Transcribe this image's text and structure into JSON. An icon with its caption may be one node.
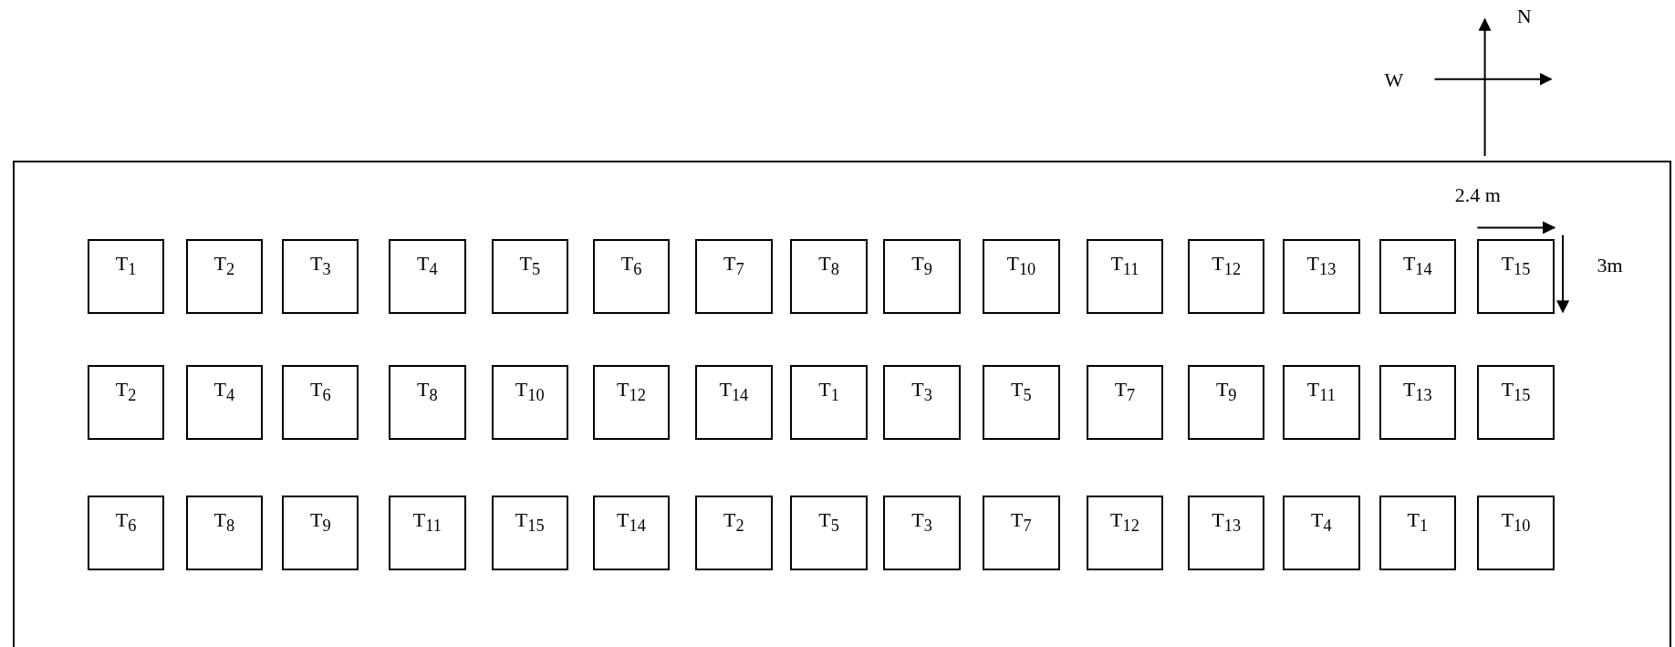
{
  "diagram": {
    "nodes": [
      {
        "text": [],
        "shape": "box"
      },
      {
        "text": [
          "T$_{1}$"
        ],
        "in": 0
      },
      {
        "text": [
          "T$_{2}$"
        ],
        "in": 0
      },
      {
        "text": [
          "T$_{3}$"
        ],
        "in": 0
      },
      {
        "text": [
          "T$_{4}$"
        ],
        "in": 0
      },
      {
        "text": [
          "T$_{5}$"
        ],
        "in": 0
      },
      {
        "text": [
          "T$_{6}$"
        ],
        "in": 0
      },
      {
        "text": [
          "T$_{7}$"
        ],
        "in": 0
      },
      {
        "text": [
          "T$_{8}$"
        ],
        "in": 0
      },
      {
        "text": [
          "T$_{9}$"
        ],
        "in": 0
      },
      {
        "text": [
          "T$_{10}$"
        ],
        "in": 0
      },
      {
        "text": [
          "T$_{11}$"
        ],
        "in": 0
      },
      {
        "text": [
          "T$_{12}$"
        ],
        "in": 0
      },
      {
        "text": [
          "T$_{13}$"
        ],
        "in": 0
      },
      {
        "text": [
          "T$_{14}$"
        ],
        "in": 0
      },
      {
        "text": [
          "T$_{15}$"
        ],
        "in": 0
      },
      {
        "text": [
          "T$_{2}$"
        ],
        "in": 0
      },
      {
        "text": [
          "T$_{4}$"
        ],
        "in": 0
      },
      {
        "text": [
          "T$_{6}$"
        ],
        "in": 0
      },
      {
        "text": [
          "T$_{8}$"
        ],
        "in": 0
      },
      {
        "text": [
          "T$_{10}$"
        ],
        "in": 0
      },
      {
        "text": [
          "T$_{12}$"
        ],
        "in": 0
      },
      {
        "text": [
          "T$_{14}$"
        ],
        "in": 0
      },
      {
        "text": [
          "T$_{1}$"
        ],
        "in": 0
      },
      {
        "text": [
          "T$_{3}$"
        ],
        "in": 0
      },
      {
        "text": [
          "T$_{5}$"
        ],
        "in": 0
      },
      {
        "text": [
          "T$_{7}$"
        ],
        "in": 0
      },
      {
        "text": [
          "T$_{9}$"
        ],
        "in": 0
      },
      {
        "text": [
          "T$_{11}$"
        ],
        "in": 0
      },
      {
        "text": [
          "T$_{13}$"
        ],
        "in": 0
      },
      {
        "text": [
          "T$_{15}$"
        ],
        "in": 0
      },
      {
        "text": [
          "T$_{6}$"
        ],
        "in": 0
      },
      {
        "text": [
          "T$_{8}$"
        ],
        "in": 0
      },
      {
        "text": [
          "T$_{9}$"
        ],
        "in": 0
      },
      {
        "text": [
          "T$_{11}$"
        ],
        "in": 0
      },
      {
        "text": [
          "T$_{15}$"
        ],
        "in": 0
      },
      {
        "text": [
          "T$_{14}$"
        ],
        "in": 0
      },
      {
        "text": [
          "T$_{2}$"
        ],
        "in": 0
      },
      {
        "text": [
          "T$_{5}$"
        ],
        "in": 0
      },
      {
        "text": [
          "T$_{3}$"
        ],
        "in": 0
      },
      {
        "text": [
          "T$_{7}$"
        ],
        "in": 0
      },
      {
        "text": [
          "T$_{12}$"
        ],
        "in": 0
      },
      {
        "text": [
          "T$_{13}$"
        ],
        "in": 0
      },
      {
        "text": [
          "T$_{4}$"
        ],
        "in": 0
      },
      {
        "text": [
          "T$_{1}$"
        ],
        "in": 0
      },
      {
        "text": [
          "T$_{10}$"
        ],
        "in": 0
      }
    ],
    "labels": [
      "N",
      "W",
      "2.4 m",
      "3m"
    ]
  }
}
